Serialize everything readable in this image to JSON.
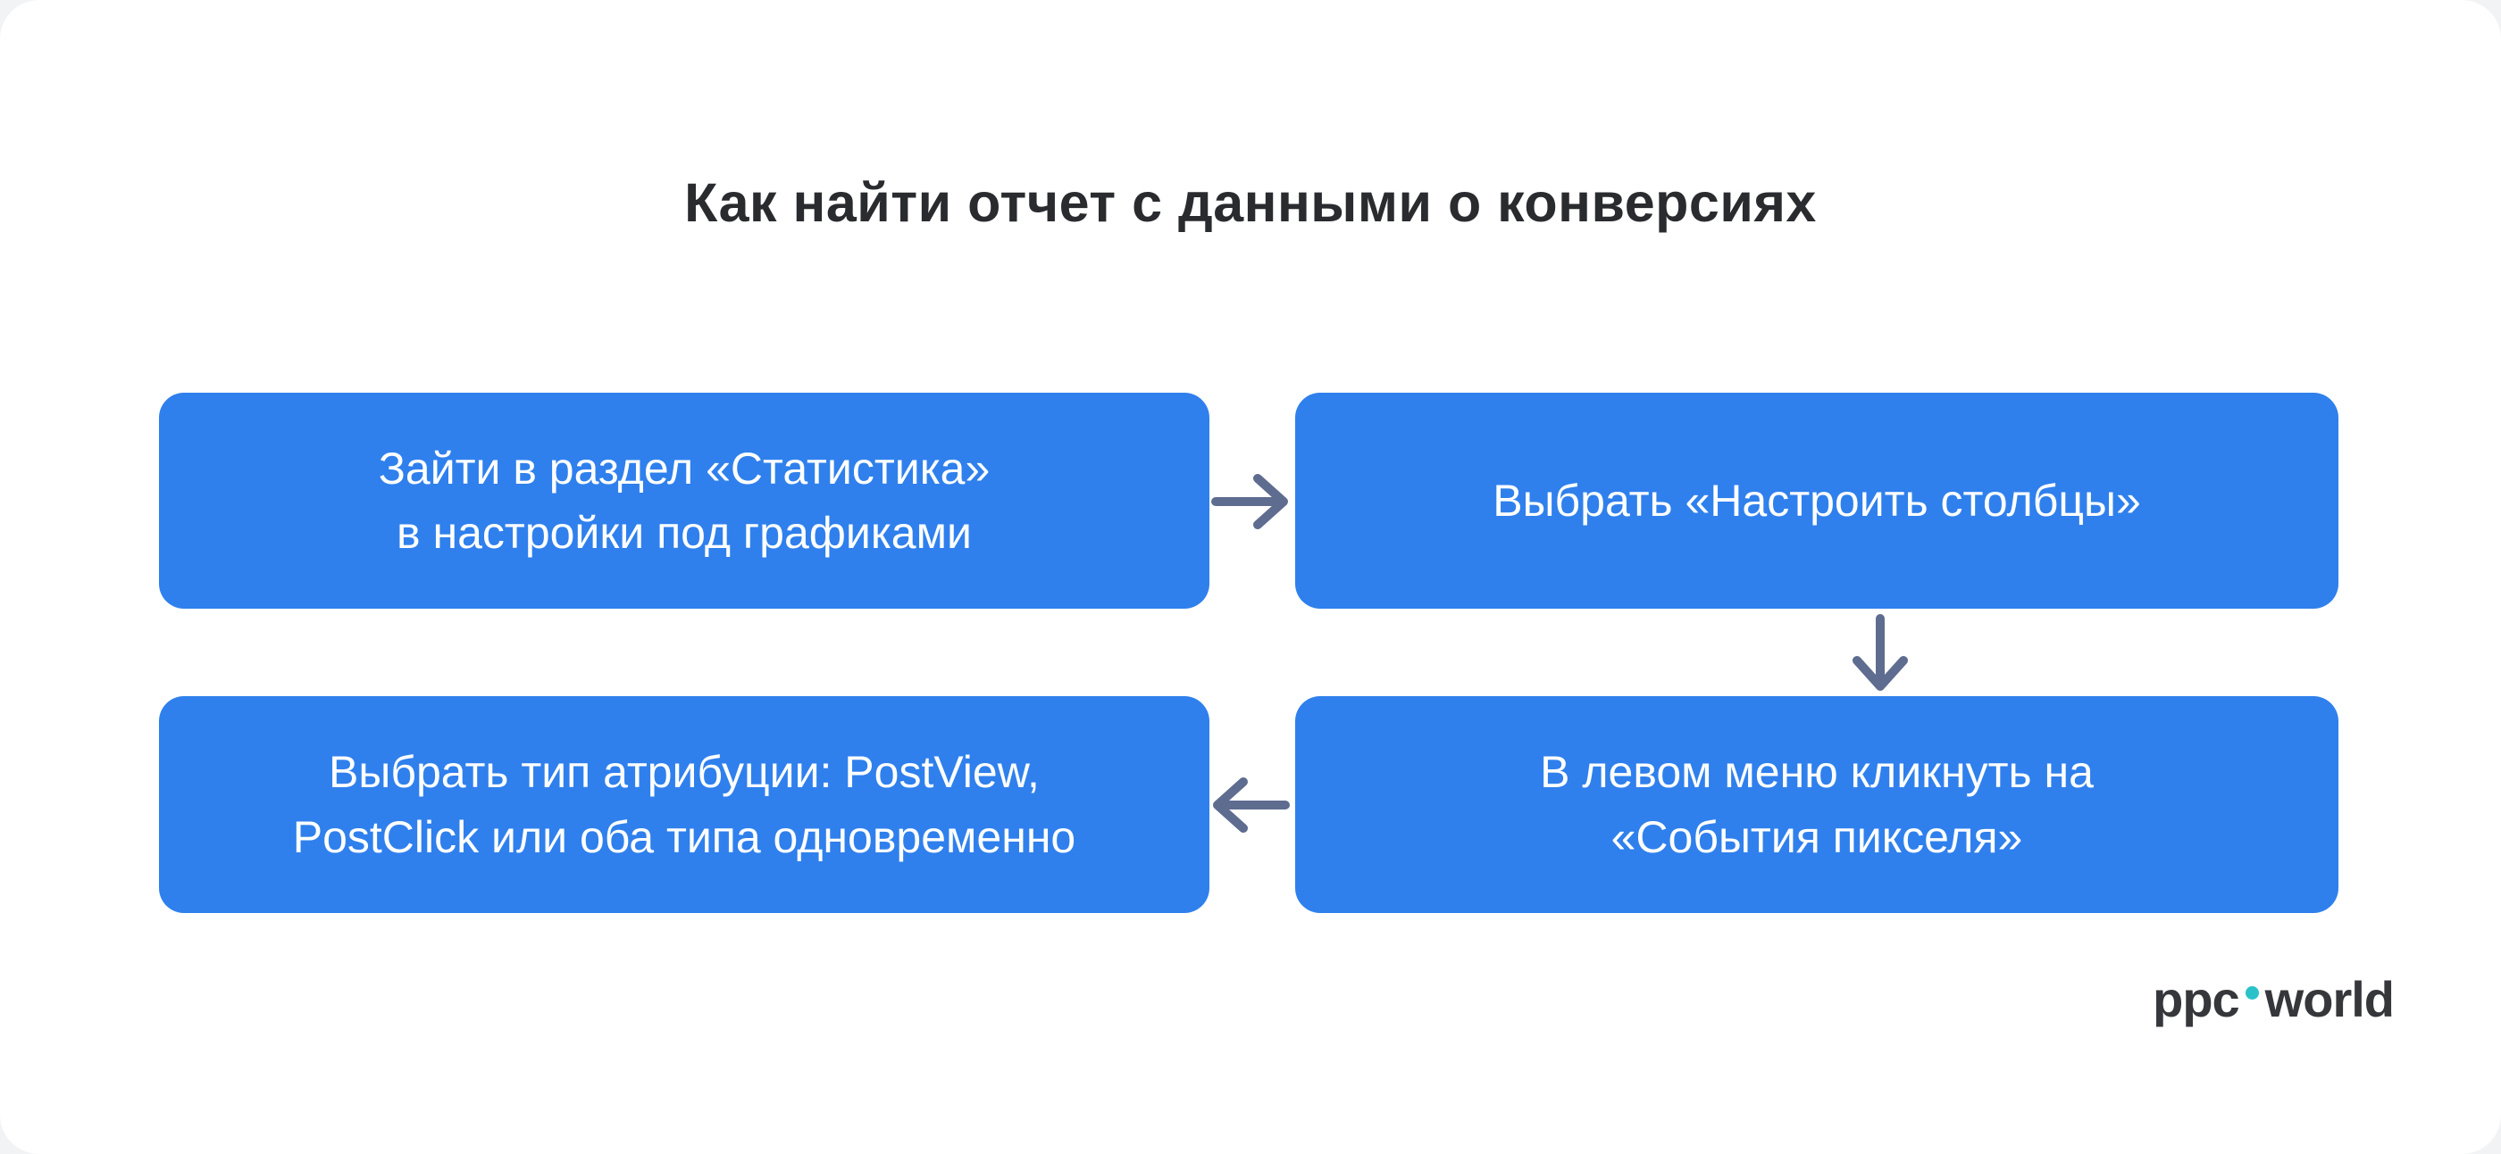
{
  "colors": {
    "page_bg": "#f2f3f5",
    "card_bg": "#ffffff",
    "box_blue": "#2f80ed",
    "box_text": "#ffffff",
    "arrow": "#5e6c90",
    "title_text": "#2a2b2f",
    "logo_text": "#35373b",
    "logo_dot": "#2ac2c9"
  },
  "title": "Как найти отчет с данными о конверсиях",
  "flow": {
    "steps": [
      {
        "id": 1,
        "text": "Зайти в раздел «Статистика»\nв настройки под графиками"
      },
      {
        "id": 2,
        "text": "Выбрать «Настроить столбцы»"
      },
      {
        "id": 3,
        "text": "В левом меню кликнуть на\n«События пикселя»"
      },
      {
        "id": 4,
        "text": "Выбрать тип атрибуции: PostView,\nPostClick или оба типа одновременно"
      }
    ],
    "arrows": [
      {
        "from": 1,
        "to": 2,
        "direction": "right"
      },
      {
        "from": 2,
        "to": 3,
        "direction": "down"
      },
      {
        "from": 3,
        "to": 4,
        "direction": "left"
      }
    ]
  },
  "logo": {
    "part1": "ppc",
    "part2": "world"
  }
}
